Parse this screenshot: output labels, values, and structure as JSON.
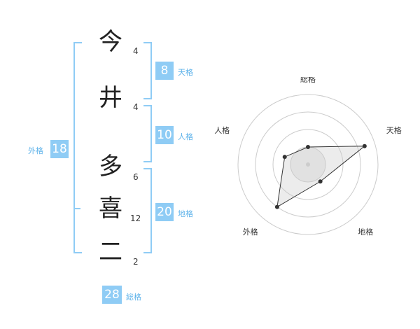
{
  "characters": [
    {
      "char": "今",
      "strokes": "4"
    },
    {
      "char": "井",
      "strokes": "4"
    },
    {
      "char": "多",
      "strokes": "6"
    },
    {
      "char": "喜",
      "strokes": "12"
    },
    {
      "char": "二",
      "strokes": "2"
    }
  ],
  "fortunes": {
    "tenkaku": {
      "value": "8",
      "label": "天格"
    },
    "jinkaku": {
      "value": "10",
      "label": "人格"
    },
    "chikaku": {
      "value": "20",
      "label": "地格"
    },
    "gaikaku": {
      "value": "18",
      "label": "外格"
    },
    "soukaku": {
      "value": "28",
      "label": "総格"
    }
  },
  "colors": {
    "accent": "#8fccf5",
    "accent_text": "#5fb3ea"
  },
  "chart_data": {
    "type": "radar",
    "axes": [
      "総格",
      "天格",
      "地格",
      "外格",
      "人格"
    ],
    "values": [
      0.25,
      0.85,
      0.3,
      0.75,
      0.35
    ],
    "range": [
      0,
      1
    ],
    "rings": 4
  }
}
